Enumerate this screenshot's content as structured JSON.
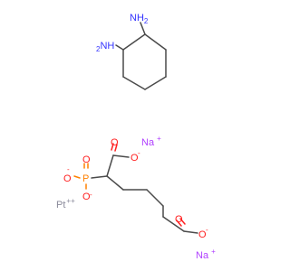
{
  "labels": {
    "amine_1": "NH",
    "amine_1_sub": "2",
    "amine_2": "NH",
    "amine_2_sub": "2",
    "sodium_1": "Na",
    "sodium_1_charge": "+",
    "sodium_2": "Na",
    "sodium_2_charge": "+",
    "platinum": "Pt",
    "platinum_charge": "++",
    "phosphorus": "P",
    "phosphonate_o_double": "O",
    "phosphonate_o_left": "O",
    "phosphonate_o_left_charge": "-",
    "phosphonate_o_down": "O",
    "phosphonate_o_down_charge": "-",
    "carboxyl1_o_double": "O",
    "carboxyl1_o_single": "O",
    "carboxyl1_o_charge": "-",
    "carboxyl2_o_double": "O",
    "carboxyl2_o_single": "O",
    "carboxyl2_o_charge": "-"
  },
  "colors": {
    "bond": "#4a4a4a",
    "nitrogen": "#3333ff",
    "oxygen": "#ff2020",
    "phosphorus": "#ff8000",
    "sodium": "#b040ff",
    "platinum": "#d0d0e0"
  }
}
